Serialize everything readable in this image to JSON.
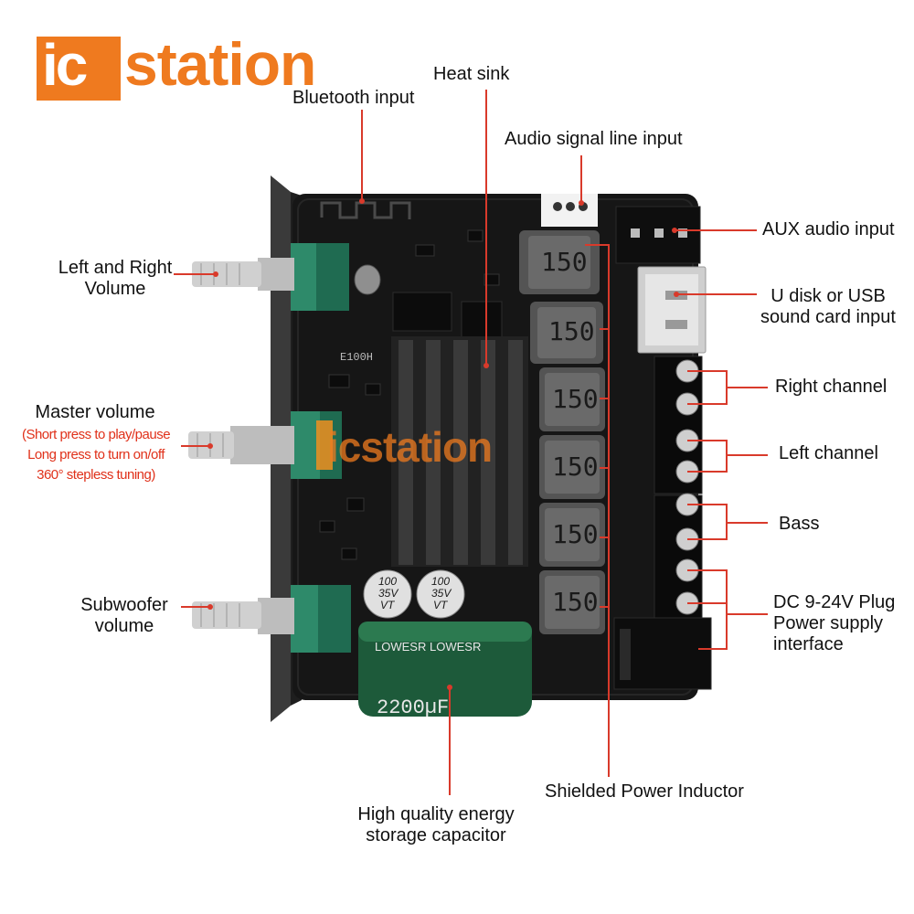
{
  "brand": {
    "logo_text": "icstation",
    "watermark": "icstation"
  },
  "labels": {
    "bluetooth_input": "Bluetooth input",
    "heat_sink": "Heat sink",
    "audio_signal_line_input": "Audio signal line input",
    "aux_audio_input": "AUX audio input",
    "u_disk_line1": "U disk or USB",
    "u_disk_line2": "sound card input",
    "right_channel": "Right channel",
    "left_channel": "Left channel",
    "bass": "Bass",
    "dc_line1": "DC 9-24V Plug",
    "dc_line2": "Power supply",
    "dc_line3": "interface",
    "shielded_power_inductor": "Shielded Power Inductor",
    "capacitor_line1": "High quality energy",
    "capacitor_line2": "storage capacitor",
    "lr_volume_line1": "Left and Right",
    "lr_volume_line2": "Volume",
    "master_volume": "Master volume",
    "master_note_line1": "(Short press to play/pause",
    "master_note_line2": "Long press to turn on/off",
    "master_note_line3": "360° stepless tuning)",
    "sub_volume_line1": "Subwoofer",
    "sub_volume_line2": "volume"
  },
  "board": {
    "inductor_marking": "150",
    "inductor_count": 6,
    "capacitor_main_text": "2200µF",
    "capacitor_brand": "LOWESR",
    "small_cap_lines": [
      "100",
      "35V",
      "VT"
    ],
    "chip_marking": "E100H"
  },
  "colors": {
    "accent": "#ef7a1f",
    "callout_line": "#d93a2b",
    "note_red": "#e0311a",
    "pcb": "#161616",
    "pot_green": "#2e8a6a",
    "capacitor": "#1d5a3a"
  }
}
